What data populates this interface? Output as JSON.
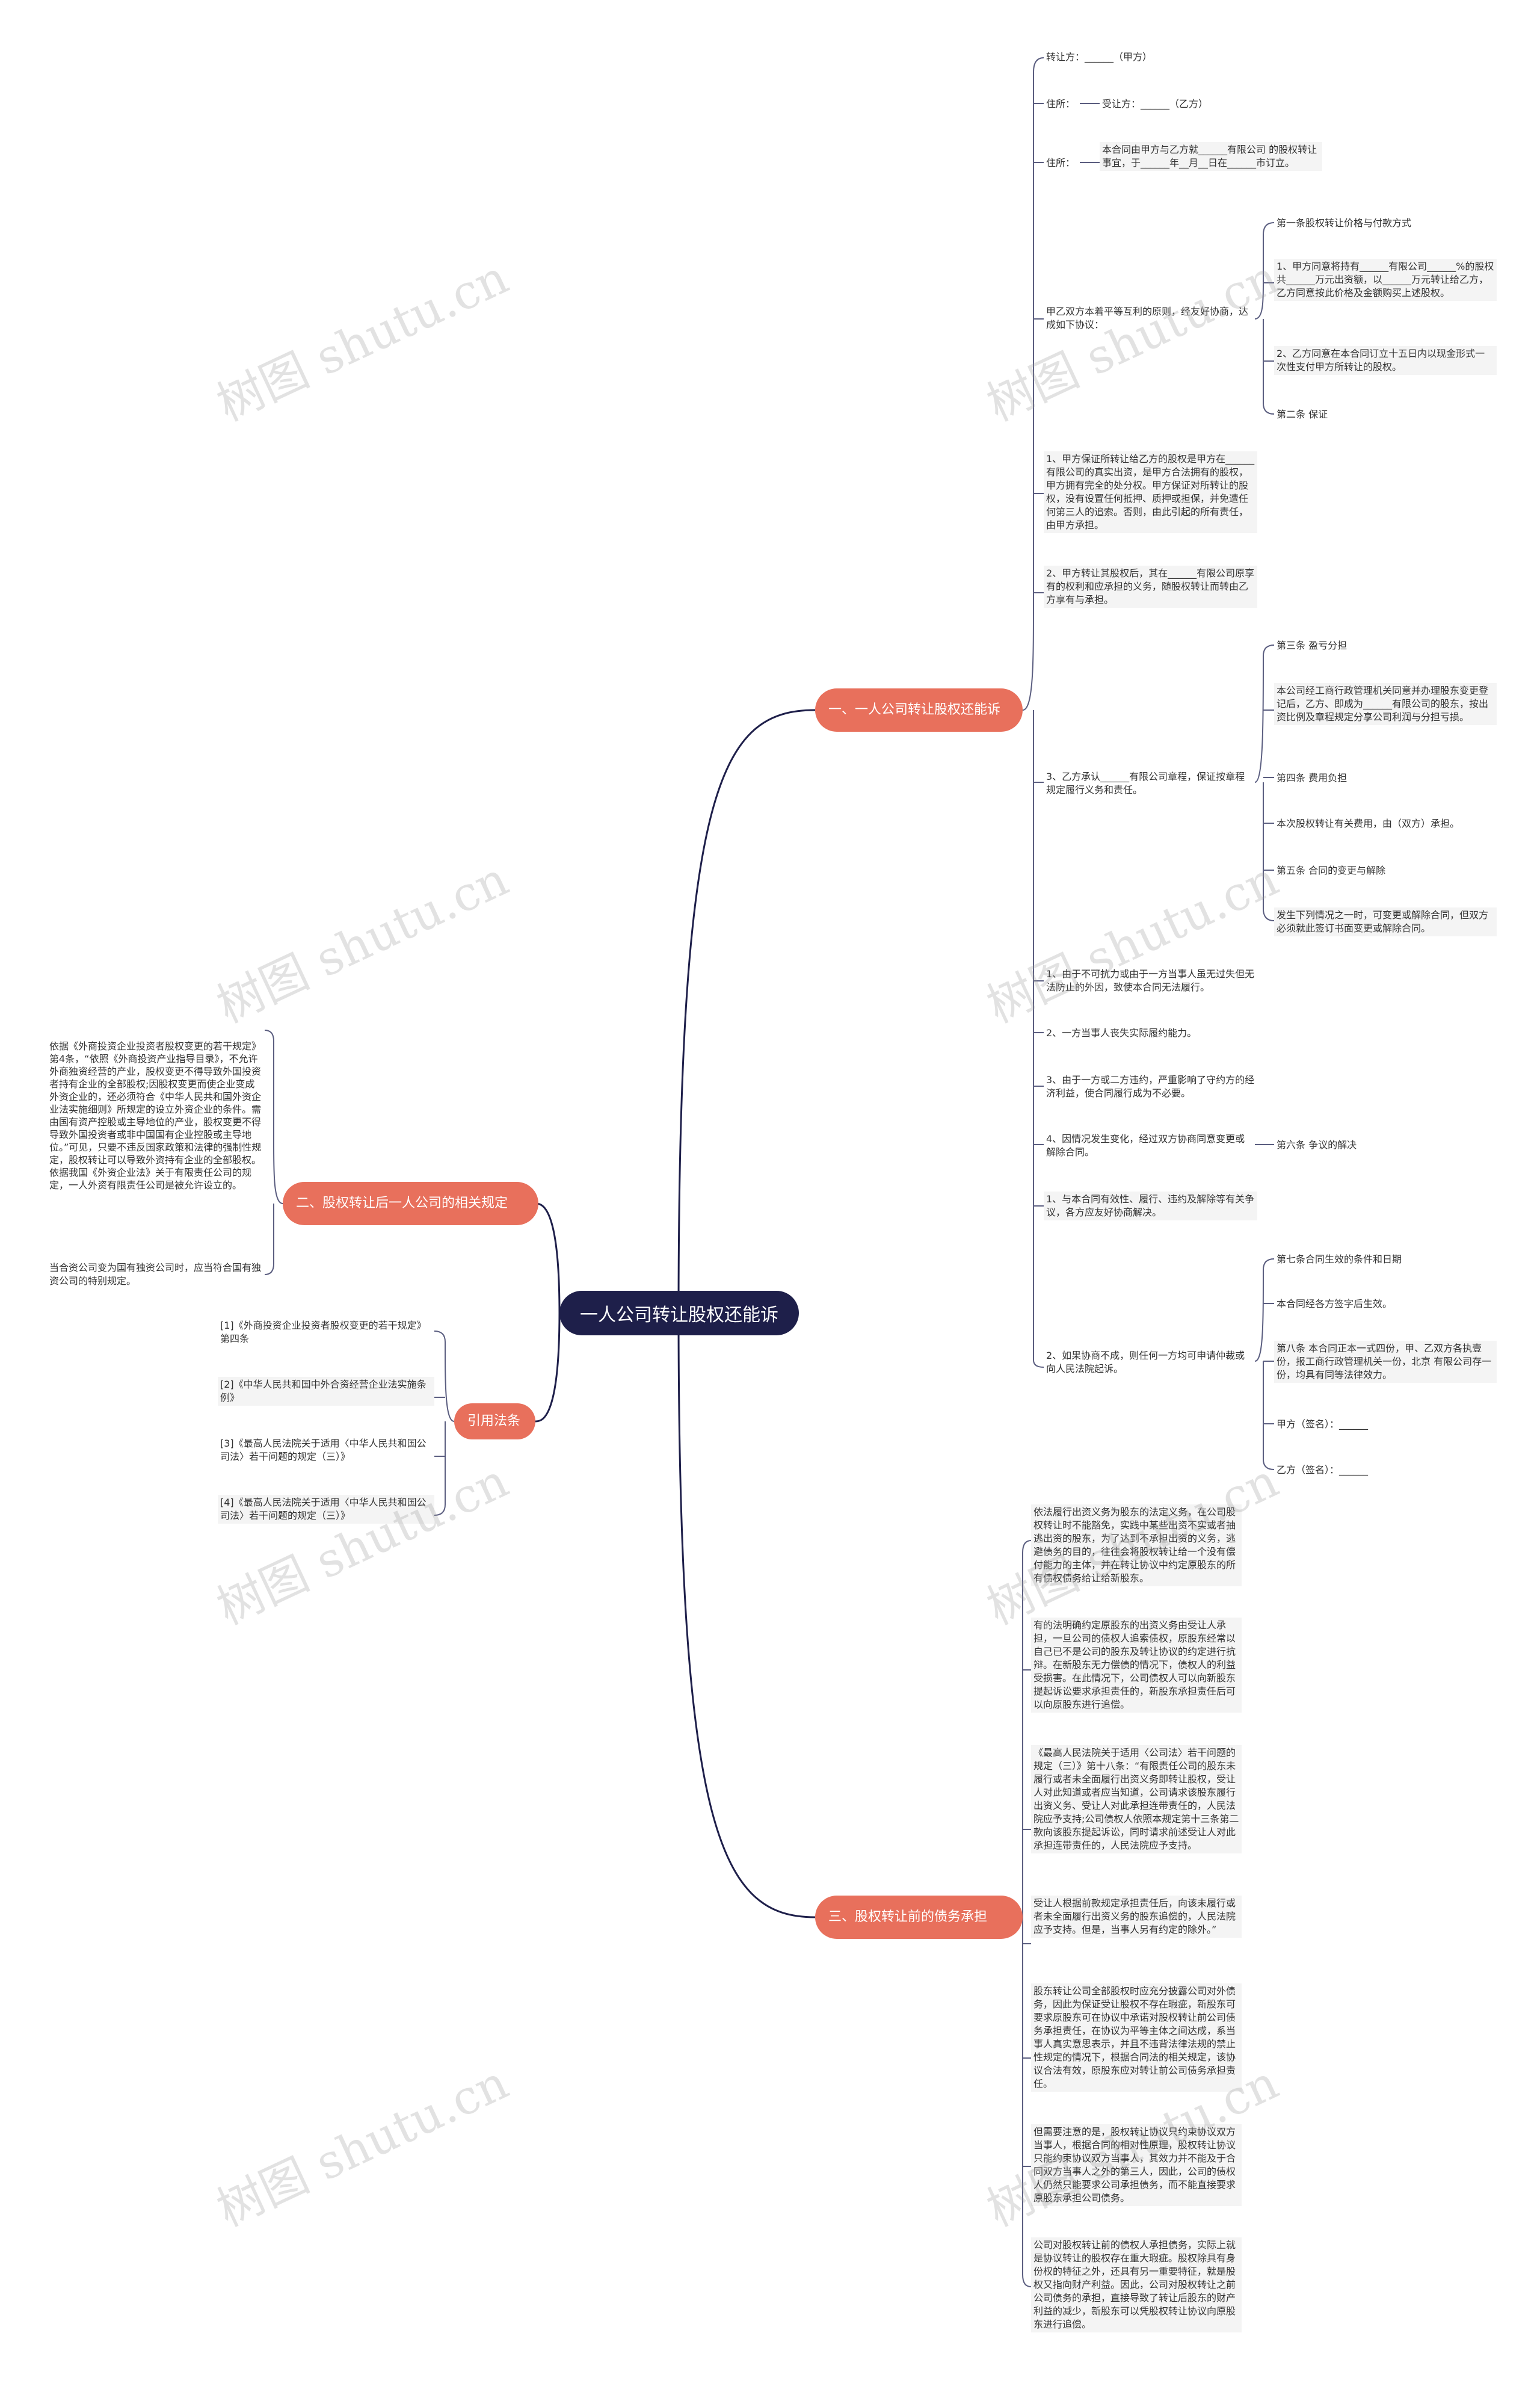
{
  "root": "一人公司转让股权还能诉",
  "branches": {
    "b1": "一、一人公司转让股权还能诉",
    "b2": "二、股权转让后一人公司的相关规定",
    "b3": "引用法条",
    "b4": "三、股权转让前的债务承担"
  },
  "b1": {
    "n1": "转让方：______（甲方）",
    "n2": "住所：",
    "n2c": "受让方：______（乙方）",
    "n3": "住所：",
    "n3c": "本合同由甲方与乙方就______有限公司 的股权转让事宜，于______年__月__日在______市订立。",
    "n4": "甲乙双方本着平等互利的原则，经友好协商，达成如下协议：",
    "a1": "第一条股权转让价格与付款方式",
    "a2": "1、甲方同意将持有______有限公司______%的股权共______万元出资额，以______万元转让给乙方，乙方同意按此价格及金额购买上述股权。",
    "a3": "2、乙方同意在本合同订立十五日内以现金形式一次性支付甲方所转让的股权。",
    "a4": "第二条 保证",
    "n5": "1、甲方保证所转让给乙方的股权是甲方在______有限公司的真实出资，是甲方合法拥有的股权，甲方拥有完全的处分权。甲方保证对所转让的股权，没有设置任何抵押、质押或担保，并免遭任何第三人的追索。否则，由此引起的所有责任，由甲方承担。",
    "n6": "2、甲方转让其股权后，其在______有限公司原享有的权利和应承担的义务，随股权转让而转由乙方享有与承担。",
    "n7": "3、乙方承认______有限公司章程，保证按章程规定履行义务和责任。",
    "c1": "第三条 盈亏分担",
    "c2": "本公司经工商行政管理机关同意并办理股东变更登记后，乙方、即成为______有限公司的股东，按出资比例及章程规定分享公司利润与分担亏损。",
    "c3": "第四条 费用负担",
    "c4": "本次股权转让有关费用，由（双方）承担。",
    "c5": "第五条 合同的变更与解除",
    "c6": "发生下列情况之一时，可变更或解除合同，但双方必须就此签订书面变更或解除合同。",
    "n8": "1、由于不可抗力或由于一方当事人虽无过失但无法防止的外因，致使本合同无法履行。",
    "n9": "2、一方当事人丧失实际履约能力。",
    "n10": "3、由于一方或二方违约，严重影响了守约方的经济利益，使合同履行成为不必要。",
    "n11": "4、因情况发生变化，经过双方协商同意变更或解除合同。",
    "n11c": "第六条 争议的解决",
    "n12": "1、与本合同有效性、履行、违约及解除等有关争议，各方应友好协商解决。",
    "n13": "2、如果协商不成，则任何一方均可申请仲裁或向人民法院起诉。",
    "d1": "第七条合同生效的条件和日期",
    "d2": "本合同经各方签字后生效。",
    "d3": "第八条 本合同正本一式四份，甲、乙双方各执壹份，报工商行政管理机关一份，北京 有限公司存一份，均具有同等法律效力。",
    "d4": "甲方（签名）：______",
    "d5": "乙方（签名）：______"
  },
  "b2": {
    "t1": "依据《外商投资企业投资者股权变更的若干规定》第4条，“依照《外商投资产业指导目录》，不允许外商独资经营的产业，股权变更不得导致外国投资者持有企业的全部股权;因股权变更而使企业变成外资企业的，还必须符合《中华人民共和国外资企业法实施细则》所规定的设立外资企业的条件。需由国有资产控股或主导地位的产业，股权变更不得导致外国投资者或非中国国有企业控股或主导地位。”可见，只要不违反国家政策和法律的强制性规定，股权转让可以导致外资持有企业的全部股权。依据我国《外资企业法》关于有限责任公司的规定，一人外资有限责任公司是被允许设立的。",
    "t2": "当合资公司变为国有独资公司时，应当符合国有独资公司的特别规定。"
  },
  "b3": {
    "r1": "[1]《外商投资企业投资者股权变更的若干规定》 第四条",
    "r2": "[2]《中华人民共和国中外合资经营企业法实施条例》",
    "r3": "[3]《最高人民法院关于适用〈中华人民共和国公司法〉若干问题的规定（三）》",
    "r4": "[4]《最高人民法院关于适用〈中华人民共和国公司法〉若干问题的规定（三）》"
  },
  "b4": {
    "p1": "依法履行出资义务为股东的法定义务，在公司股权转让时不能豁免，实践中某些出资不实或者抽逃出资的股东，为了达到不承担出资的义务，逃避债务的目的，往往会将股权转让给一个没有偿付能力的主体，并在转让协议中约定原股东的所有债权债务给让给新股东。",
    "p2": "有的法明确约定原股东的出资义务由受让人承担，一旦公司的债权人追索债权，原股东经常以自己已不是公司的股东及转让协议的约定进行抗辩。在新股东无力偿债的情况下，债权人的利益受损害。在此情况下，公司债权人可以向新股东提起诉讼要求承担责任的，新股东承担责任后可以向原股东进行追偿。",
    "p3": "《最高人民法院关于适用〈公司法〉若干问题的规定（三）》第十八条：“有限责任公司的股东未履行或者未全面履行出资义务即转让股权，受让人对此知道或者应当知道，公司请求该股东履行出资义务、受让人对此承担连带责任的，人民法院应予支持;公司债权人依照本规定第十三条第二款向该股东提起诉讼，同时请求前述受让人对此承担连带责任的，人民法院应予支持。",
    "p4": "受让人根据前款规定承担责任后，向该未履行或者未全面履行出资义务的股东追偿的，人民法院应予支持。但是，当事人另有约定的除外。”",
    "p5": "股东转让公司全部股权时应充分披露公司对外债务，因此为保证受让股权不存在瑕疵，新股东可要求原股东可在协议中承诺对股权转让前公司债务承担责任，在协议为平等主体之间达成，系当事人真实意思表示，并且不违背法律法规的禁止性规定的情况下，根据合同法的相关规定，该协议合法有效，原股东应对转让前公司债务承担责任。",
    "p6": "但需要注意的是，股权转让协议只约束协议双方当事人，根据合同的相对性原理，股权转让协议只能约束协议双方当事人，其效力并不能及于合同双方当事人之外的第三人，因此，公司的债权人仍然只能要求公司承担债务，而不能直接要求原股东承担公司债务。",
    "p7": "公司对股权转让前的债权人承担债务，实际上就是协议转让的股权存在重大瑕疵。股权除具有身份权的特征之外，还具有另一重要特征，就是股权又指向财产利益。因此，公司对股权转让之前公司债务的承担，直接导致了转让后股东的财产利益的减少，新股东可以凭股权转让协议向原股东进行追偿。"
  },
  "watermark": "树图 shutu.cn",
  "colors": {
    "root": "#1e1f4a",
    "branch": "#e8705c",
    "line_root": "#1e1f4a",
    "line_leaf": "#5b5e80"
  }
}
